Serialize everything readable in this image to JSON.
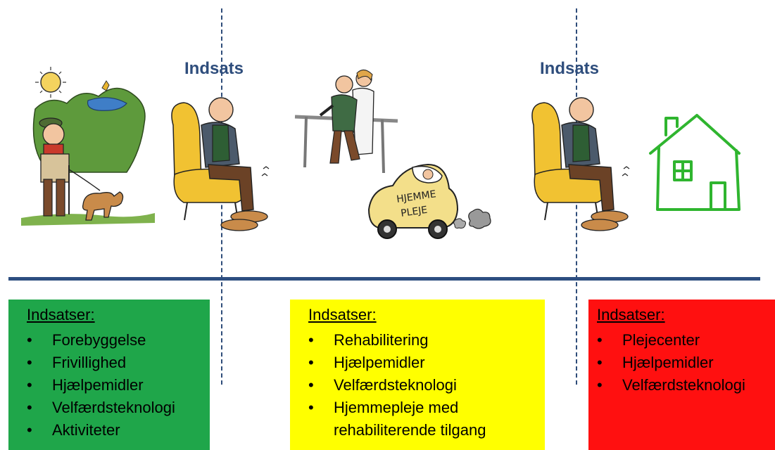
{
  "markers": [
    {
      "label": "Indsats"
    },
    {
      "label": "Indsats"
    }
  ],
  "car_text": {
    "line1": "HJEMME",
    "line2": "PLEJE"
  },
  "boxes": [
    {
      "heading": "Indsatser:",
      "color": "#1fa64a",
      "items": [
        "Forebyggelse",
        "Frivillighed",
        "Hjælpemidler",
        "Velfærdsteknologi",
        "Aktiviteter"
      ]
    },
    {
      "heading": "Indsatser:",
      "color": "#ffff00",
      "items": [
        "Rehabilitering",
        "Hjælpemidler",
        "Velfærdsteknologi",
        "Hjemmepleje med",
        "rehabiliterende tilgang"
      ]
    },
    {
      "heading": "Indsatser:",
      "color": "#ff1010",
      "items": [
        "Plejecenter",
        "Hjælpemidler",
        "Velfærdsteknologi"
      ]
    }
  ]
}
